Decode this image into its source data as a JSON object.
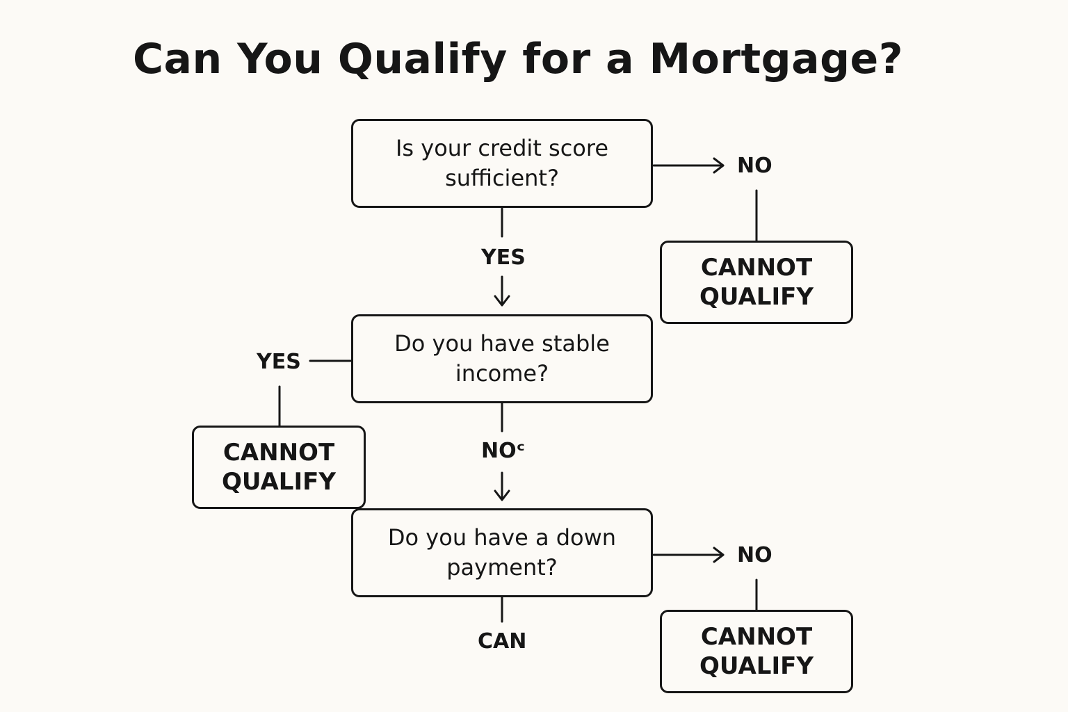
{
  "title": "Can You Qualify for a Mortgage?",
  "questions": [
    {
      "text": "Is your credit score sufficient?"
    },
    {
      "text": "Do you have stable income?"
    },
    {
      "text": "Do you have a down payment?"
    }
  ],
  "outcomes": [
    {
      "text": "CANNOT QUALIFY"
    },
    {
      "text": "CANNOT QUALIFY"
    },
    {
      "text": "CANNOT QUALIFY"
    }
  ],
  "edge_labels": {
    "q1_right": "NO",
    "q1_down": "YES",
    "q2_left": "YES",
    "q2_down": "NOᶜ",
    "q3_right": "NO",
    "q3_down": "CAN"
  }
}
